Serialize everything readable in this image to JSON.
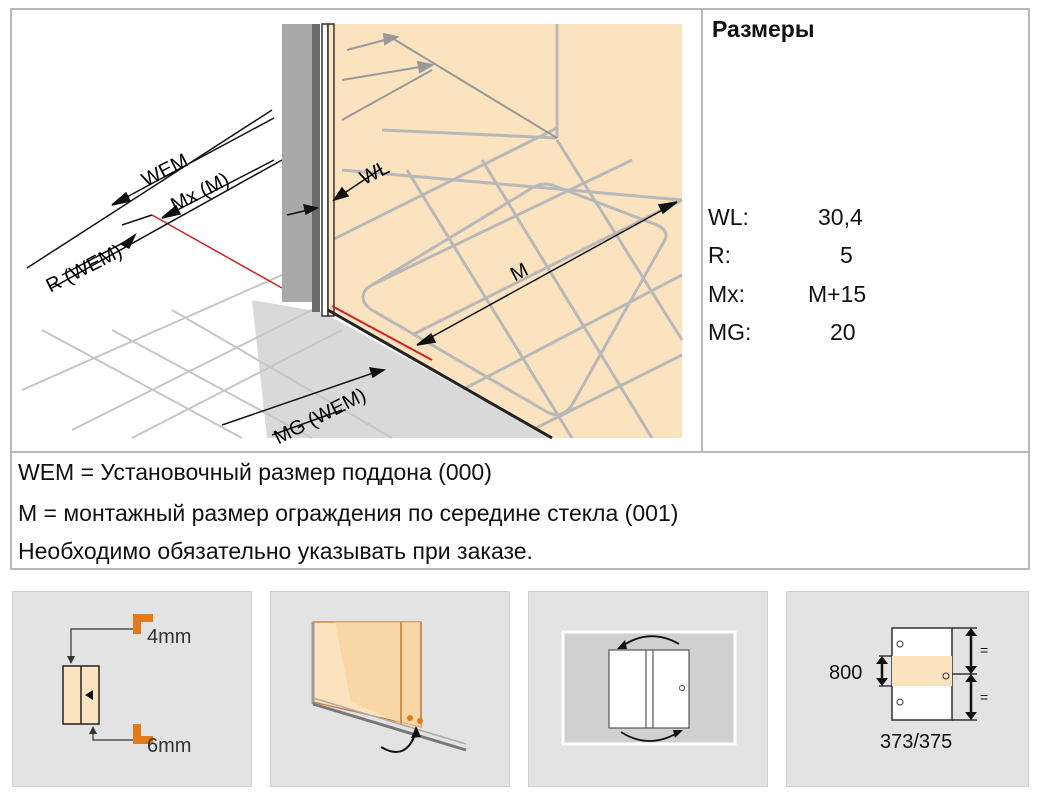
{
  "header": {
    "title": "Размеры"
  },
  "dimensions": [
    {
      "key": "WL:",
      "value": "30,4"
    },
    {
      "key": "R:",
      "value": "5"
    },
    {
      "key": "Mx:",
      "value": "M+15"
    },
    {
      "key": "MG:",
      "value": "20"
    }
  ],
  "notes": [
    "WEM = Установочный размер поддона (000)",
    "M = монтажный размер ограждения по середине стекла (001)",
    "Необходимо обязательно указывать при заказе."
  ],
  "drawing_labels": {
    "wem": "WEM",
    "mx": "Mx (M)",
    "r": "R (WEM)",
    "wl": "WL",
    "m": "M",
    "mg": "MG (WEM)"
  },
  "panels": {
    "profile": {
      "top": "4mm",
      "bottom": "6mm"
    },
    "height": {
      "value": "800",
      "eq_top": "=",
      "eq_bottom": "=",
      "code": "373/375"
    }
  },
  "colors": {
    "accent": "#e07a1f",
    "glass": "#fbe3c0",
    "border": "#b9b9b9",
    "panel_bg": "#e3e3e3",
    "red_line": "#cc2222"
  }
}
